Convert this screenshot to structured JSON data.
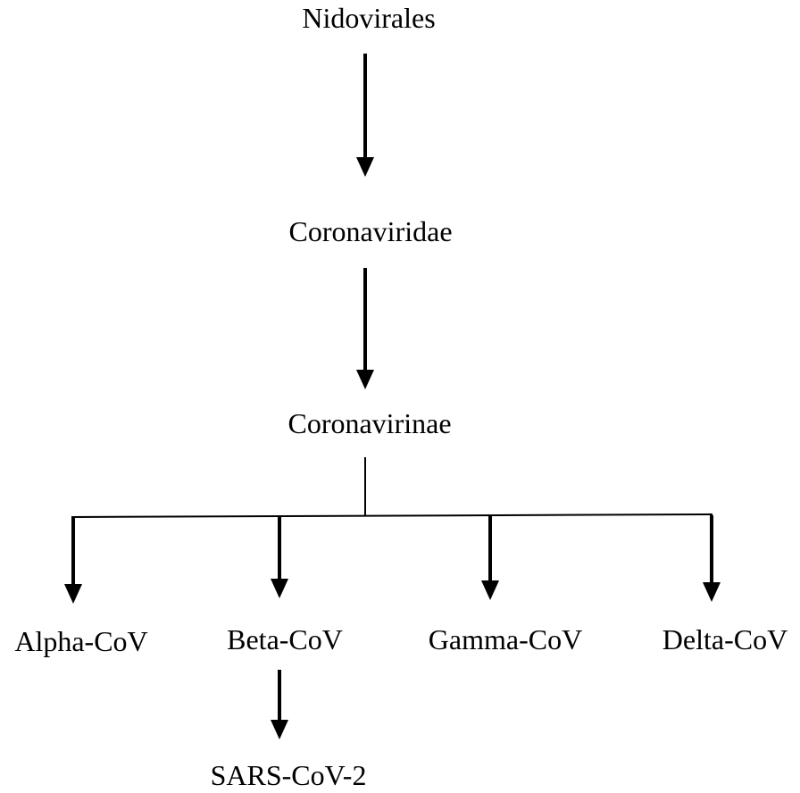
{
  "taxonomy": {
    "order": "Nidovirales",
    "family": "Coronaviridae",
    "subfamily": "Coronavirinae",
    "genera": [
      "Alpha-CoV",
      "Beta-CoV",
      "Gamma-CoV",
      "Delta-CoV"
    ],
    "species": "SARS-CoV-2"
  }
}
